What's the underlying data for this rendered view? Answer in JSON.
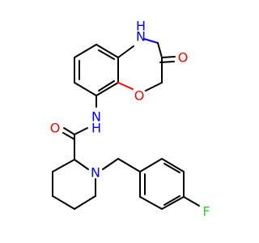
{
  "molecule": {
    "atoms": {
      "nh_ring": "H\nN",
      "o_carbonyl_ring": "O",
      "o_ether_ring": "O",
      "nh_amide": "N\nH",
      "o_amide": "O",
      "n_piperidine": "N",
      "f": "F"
    }
  }
}
